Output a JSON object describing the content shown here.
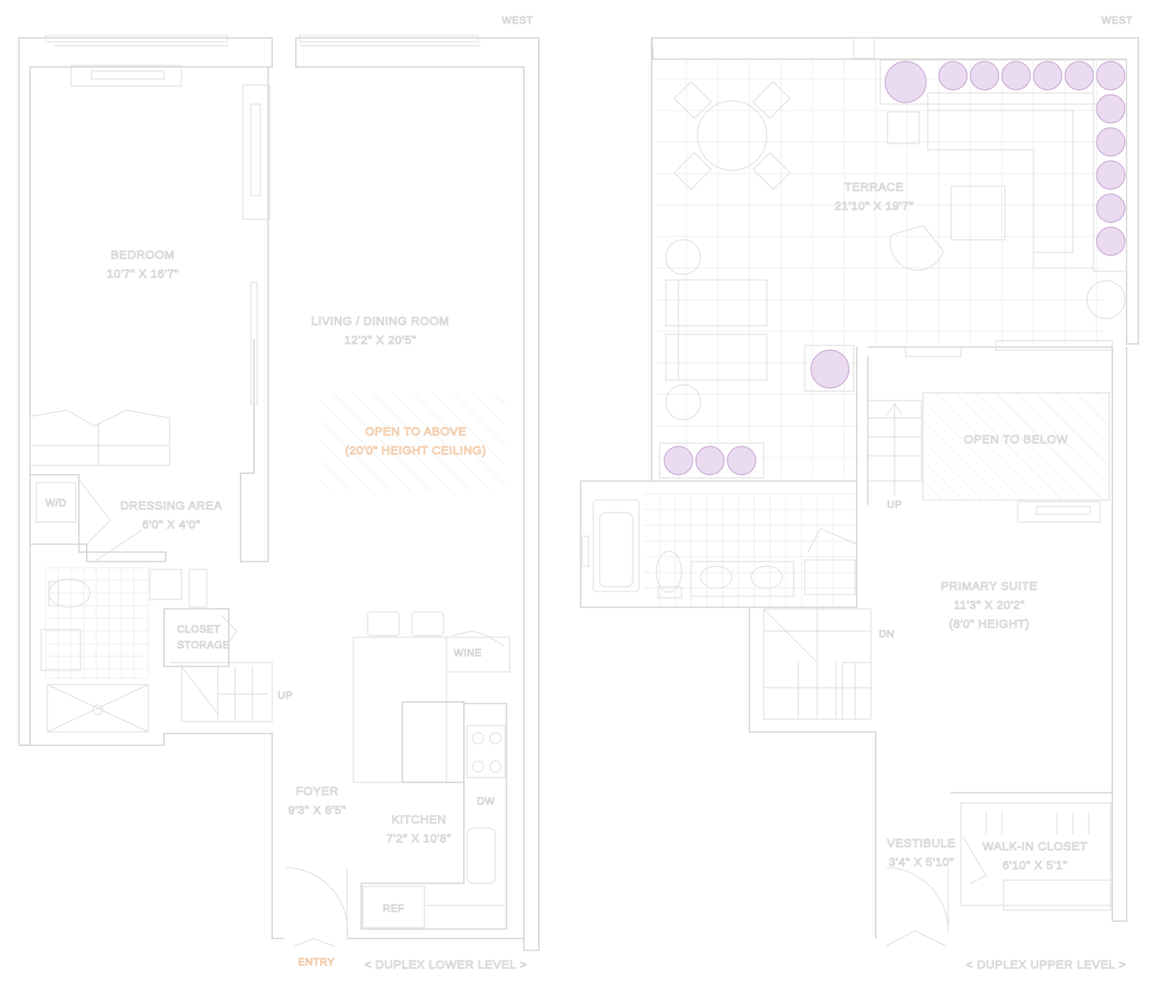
{
  "lower_level": {
    "orientation": "WEST",
    "level_label": "< DUPLEX LOWER LEVEL >",
    "entry_label": "ENTRY",
    "rooms": {
      "bedroom": {
        "name": "BEDROOM",
        "dims": "10'7\" X 16'7\""
      },
      "living": {
        "name": "LIVING / DINING ROOM",
        "dims": "12'2\" X 20'5\""
      },
      "open_above": {
        "name": "OPEN TO ABOVE",
        "dims": "(20'0\" HEIGHT CEILING)"
      },
      "dressing": {
        "name": "DRESSING AREA",
        "dims": "6'0\" X 4'0\""
      },
      "closet": {
        "name": "CLOSET",
        "sub": "STORAGE"
      },
      "foyer": {
        "name": "FOYER",
        "dims": "9'3\" X 8'5\""
      },
      "kitchen": {
        "name": "KITCHEN",
        "dims": "7'2\" X 10'8\""
      }
    },
    "fixtures": {
      "wd": "W/D",
      "wine": "WINE",
      "dw": "DW",
      "ref": "REF",
      "up": "UP"
    }
  },
  "upper_level": {
    "orientation": "WEST",
    "level_label": "< DUPLEX UPPER LEVEL >",
    "rooms": {
      "terrace": {
        "name": "TERRACE",
        "dims": "21'10\" X 19'7\""
      },
      "open_below": {
        "name": "OPEN TO BELOW"
      },
      "primary": {
        "name": "PRIMARY SUITE",
        "dims": "11'3\" X 20'2\"",
        "height": "(8'0\" HEIGHT)"
      },
      "vestibule": {
        "name": "VESTIBULE",
        "dims": "3'4\" X 5'10\""
      },
      "walkin": {
        "name": "WALK-IN CLOSET",
        "dims": "6'10\" X 5'1\""
      }
    },
    "fixtures": {
      "up": "UP",
      "dn": "DN"
    }
  },
  "colors": {
    "wall": "#d2d2d2",
    "plant": "#c9a8d3",
    "accent_orange": "#f2c7a3"
  }
}
